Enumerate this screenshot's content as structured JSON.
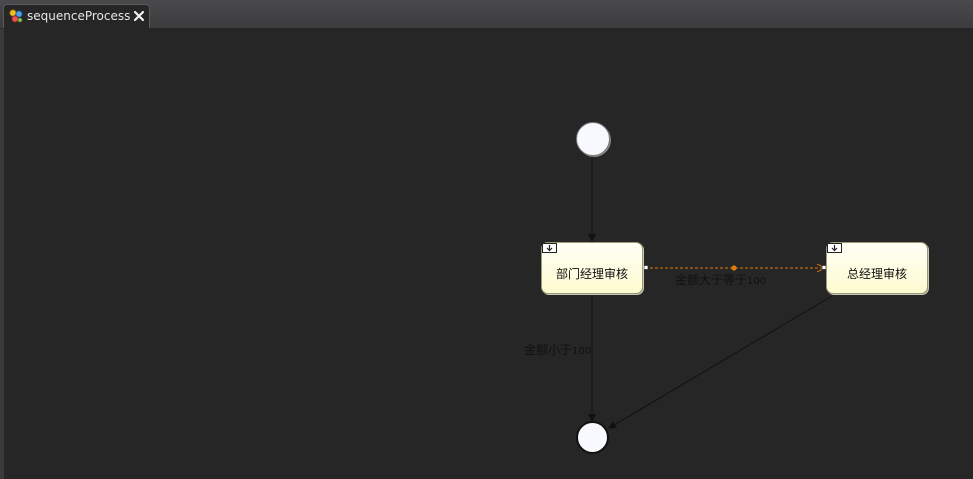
{
  "editor": {
    "tab": {
      "title": "sequenceProcess",
      "icon": "process-diagram-icon",
      "close_icon": "close-icon"
    }
  },
  "diagram": {
    "start_event": {
      "icon": "start-event-circle"
    },
    "end_event": {
      "icon": "end-event-circle"
    },
    "tasks": [
      {
        "label": "部门经理审核",
        "icon": "user-task-icon"
      },
      {
        "label": "总经理审核",
        "icon": "user-task-icon"
      }
    ],
    "flows": [
      {
        "label": "金额大于等于",
        "amount": "100",
        "selected": true
      },
      {
        "label": "金额小于",
        "amount": "100",
        "selected": false
      }
    ],
    "colors": {
      "canvas": "#262626",
      "task_fill": "#fdfbd0",
      "selected_flow": "#e07a10",
      "flow": "#111111"
    }
  }
}
